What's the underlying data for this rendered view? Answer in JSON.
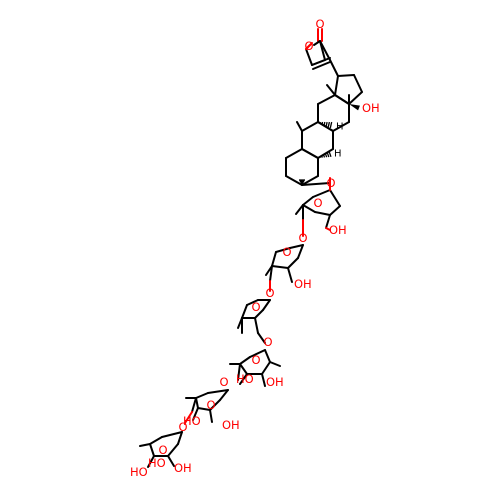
{
  "structure": {
    "colors": {
      "bond": "#000000",
      "oxygen": "#ff0000",
      "hydrogen": "#000000",
      "background": "#ffffff"
    },
    "labels": {
      "carbonyl_o": "O",
      "lactone_o": "O",
      "oh_14": "OH",
      "h_9": "H",
      "h_5": "H",
      "o_3": "O",
      "ring_o_s1": "O",
      "oh_s1": "OH",
      "o_link_1": "O",
      "ring_o_s2": "O",
      "oh_s2": "OH",
      "o_link_2": "O",
      "ring_o_s3": "O",
      "o_link_3": "O",
      "ring_o_s4": "O",
      "ho_s4": "HO",
      "oh_s4": "OH",
      "o_link_4": "O",
      "ring_o_s5": "O",
      "ho_s5": "HO",
      "oh_s5": "OH",
      "o_link_5": "O",
      "ring_o_s6": "O",
      "ho_s6_a": "HO",
      "ho_s6_b": "HO",
      "oh_s6": "OH"
    }
  }
}
